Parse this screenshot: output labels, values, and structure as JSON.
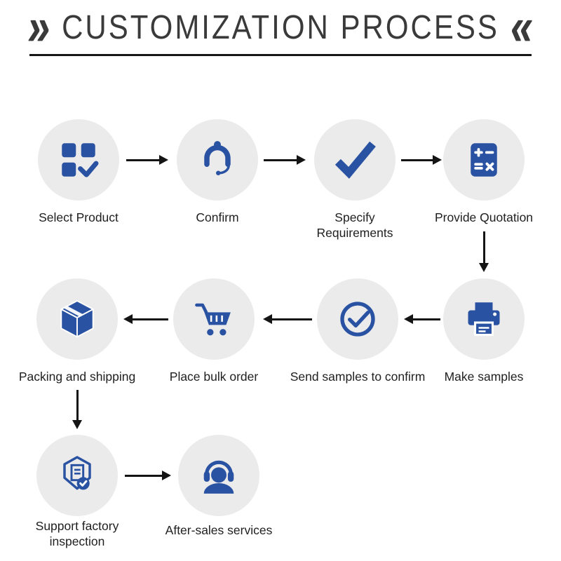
{
  "title": {
    "left_mark": "»",
    "text": "CUSTOMIZATION PROCESS",
    "right_mark": "«"
  },
  "colors": {
    "accent": "#2a52a2",
    "circle_bg": "#ebebeb",
    "arrow": "#141414",
    "ink": "#1f1f1f",
    "title_ink": "#3a3a3a"
  },
  "steps": [
    {
      "label": "Select Product",
      "icon": "product-grid-check-icon"
    },
    {
      "label": "Confirm",
      "icon": "customer-service-icon"
    },
    {
      "label": "Specify Requirements",
      "icon": "checkmark-icon"
    },
    {
      "label": "Provide Quotation",
      "icon": "calculator-icon"
    },
    {
      "label": "Make samples",
      "icon": "printer-icon"
    },
    {
      "label": "Send samples to confirm",
      "icon": "circle-check-icon"
    },
    {
      "label": "Place bulk order",
      "icon": "shopping-cart-icon"
    },
    {
      "label": "Packing and shipping",
      "icon": "package-box-icon"
    },
    {
      "label": "Support factory inspection",
      "icon": "factory-inspection-icon"
    },
    {
      "label": "After-sales services",
      "icon": "headset-support-icon"
    }
  ]
}
